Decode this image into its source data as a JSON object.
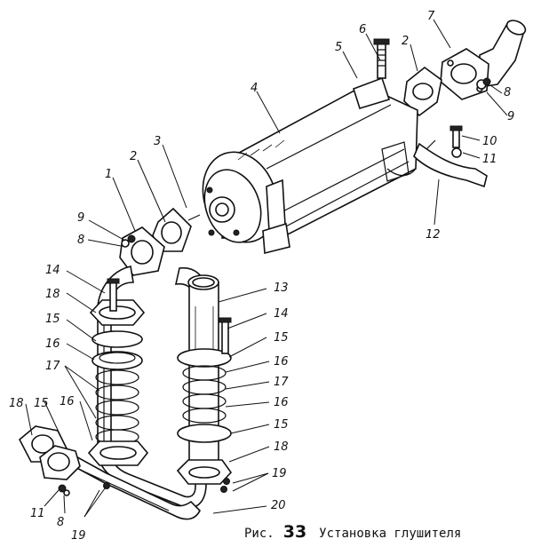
{
  "caption": {
    "prefix": "Рис.",
    "number": "33",
    "title": "Установка глушителя"
  },
  "callouts": [
    "1",
    "2",
    "3",
    "4",
    "5",
    "6",
    "7",
    "8",
    "9",
    "10",
    "11",
    "12",
    "13",
    "14",
    "15",
    "16",
    "17",
    "18",
    "19",
    "20"
  ]
}
